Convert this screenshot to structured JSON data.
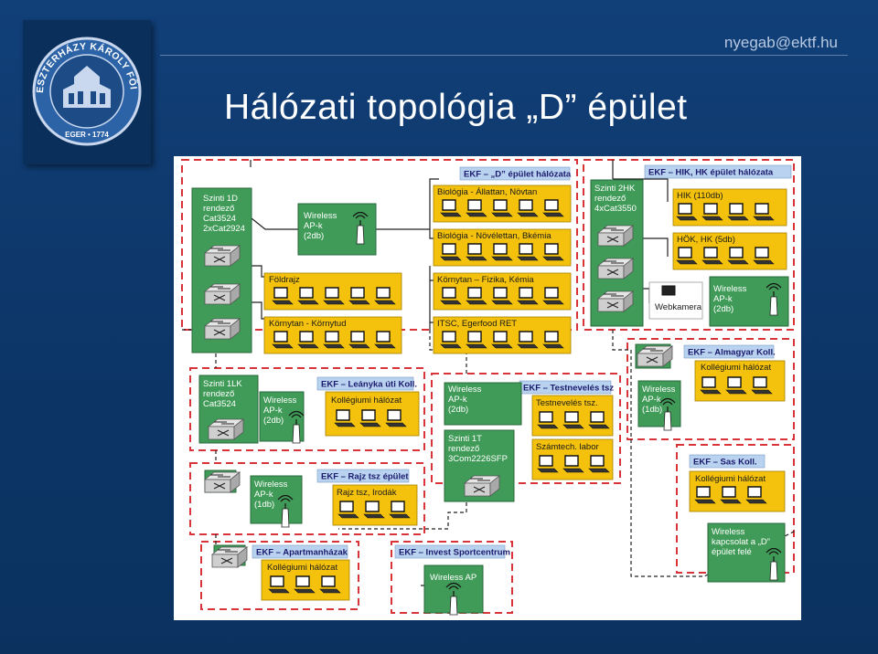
{
  "header": {
    "email": "nyegab@ektf.hu",
    "title": "Hálózati topológia „D” épület"
  },
  "logo": {
    "ring_text": "ESZTERHÁZY KÁROLY FŐISKOLA",
    "bottom_text": "EGER • 1774"
  },
  "zones": {
    "d_building": "EKF – „D” épület hálózata",
    "hk_building": "EKF – HIK, HK épület hálózata",
    "leanyka": "EKF – Leányka úti Koll.",
    "testneveles": "EKF – Testnevelés tsz",
    "almagyar": "EKF – Almagyar Koll.",
    "rajz": "EKF – Rajz tsz épület",
    "sas": "EKF – Sas Koll.",
    "apartman": "EKF – Apartmanházak",
    "invest": "EKF – Invest Sportcentrum"
  },
  "groups": {
    "biologia_allattan": "Biológia - Állattan, Növtan",
    "biologia_novelettan": "Biológia - Növélettan, Bkémia",
    "foldrajz": "Földrajz",
    "kornytan_kornytud": "Környtan - Környtud",
    "kornytan_fizika": "Környtan – Fizika, Kémia",
    "itsc": "ITSC, Egerfood RET",
    "hik": "HIK (110db)",
    "hok": "HÖK, HK (5db)",
    "kollegium_leanyka": "Kollégiumi hálózat",
    "testneveles_tsz": "Testnevelés tsz.",
    "szamtech": "Számtech. labor",
    "kollegium_almagyar": "Kollégiumi hálózat",
    "rajz_irodak": "Rajz tsz, Irodák",
    "kollegium_sas": "Kollégiumi hálózat",
    "kollegium_apartman": "Kollégiumi hálózat"
  },
  "devices": {
    "szinti_1d": [
      "Szinti 1D",
      "rendező",
      "Cat3524",
      "2xCat2924"
    ],
    "wireless_d": [
      "Wireless",
      "AP-k",
      "(2db)"
    ],
    "szinti_2hk": [
      "Szinti 2HK",
      "rendező",
      "4xCat3550"
    ],
    "webkamera": "Webkamera",
    "wireless_hk": [
      "Wireless",
      "AP-k",
      "(2db)"
    ],
    "szinti_1lk": [
      "Szinti 1LK",
      "rendező",
      "Cat3524"
    ],
    "wireless_leanyka": [
      "Wireless",
      "AP-k",
      "(2db)"
    ],
    "wireless_testneveles": [
      "Wireless",
      "AP-k",
      "(2db)"
    ],
    "szinti_1t": [
      "Szinti 1T",
      "rendező",
      "3Com2226SFP"
    ],
    "wireless_almagyar": [
      "Wireless",
      "AP-k",
      "(1db)"
    ],
    "wireless_rajz": [
      "Wireless",
      "AP-k",
      "(1db)"
    ],
    "wireless_kapcsolat": [
      "Wireless",
      "kapcsolat a „D”",
      "épület felé"
    ],
    "wireless_invest": "Wireless AP"
  },
  "colors": {
    "background": "#0d3a6e",
    "zone_border": "#d9343a",
    "device_green": "#3f9b57",
    "group_yellow": "#f4c20d",
    "header_blue": "#b9d2ef"
  }
}
